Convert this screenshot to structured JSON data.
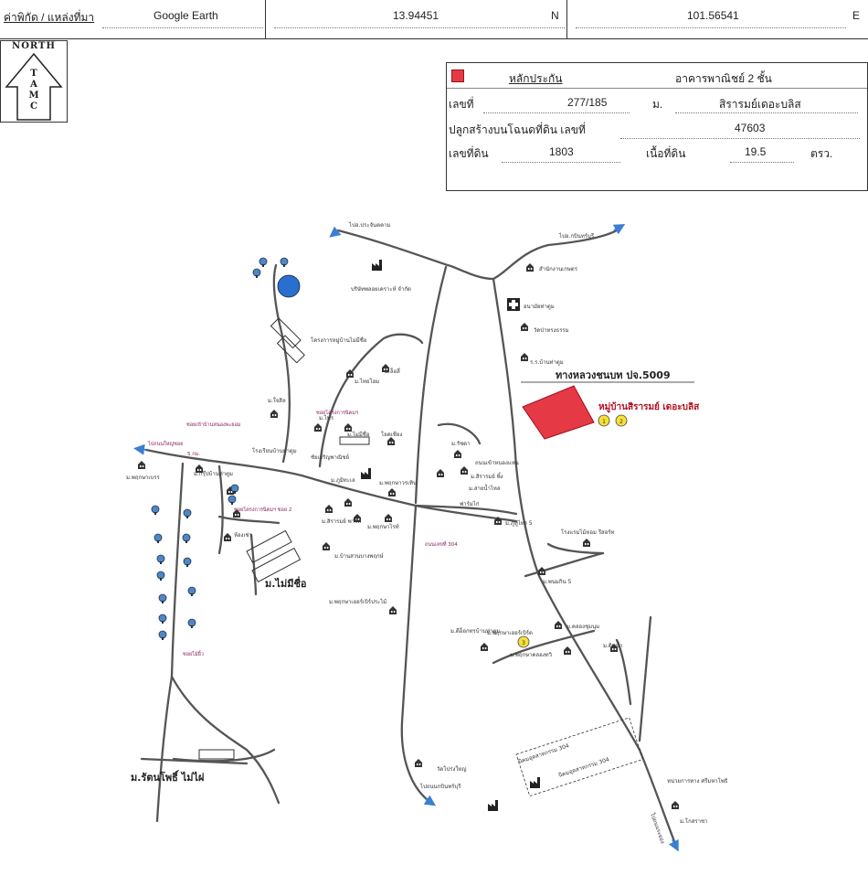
{
  "header": {
    "coord_label": "ค่าพิกัด / แหล่งที่มา",
    "source": "Google Earth",
    "lat": "13.94451",
    "lat_dir": "N",
    "lon": "101.56541",
    "lon_dir": "E"
  },
  "north_arrow": {
    "title": "NORTH",
    "letters": [
      "T",
      "A",
      "M",
      "C"
    ]
  },
  "collateral": {
    "legend_label": "หลักประกัน",
    "building_type": "อาคารพาณิชย์ 2 ชั้น",
    "house_no_label": "เลขที่",
    "house_no": "277/185",
    "moo_label": "ม.",
    "village": "สิรารมย์เดอะบลิส",
    "deed_label": "ปลูกสร้างบนโฉนดที่ดิน เลขที่",
    "deed_no": "47603",
    "land_no_label": "เลขที่ดิน",
    "land_no": "1803",
    "area_label": "เนื้อที่ดิน",
    "area": "19.5",
    "area_unit": "ตรว.",
    "swatch_color": "#e53946"
  },
  "map": {
    "highway": "ทางหลวงชนบท ปจ.5009",
    "target": "หมู่บ้านสิรารมย์ เดอะบลิส",
    "target_color": "#e53946",
    "badges": [
      "1",
      "2",
      "3"
    ],
    "labels": {
      "to_prachinburi": "ไปอ.ประจันตคาม",
      "to_kabinburi": "ไปอ.กบินทร์บุรี",
      "factory_top": "บริษัทพลอยเคราะห์ จำกัด",
      "dormitory": "โครงการหมู่บ้านไม่มีชื่อ",
      "agricultural": "สำนักงานเกษตร",
      "health_center": "อนามัยท่าตูม",
      "temple_main": "วัดป่าทรงธรรม",
      "school": "ร.ร.บ้านท่าตูม",
      "moo_keelee": "ม.ล็อลี่",
      "moo_thaihome": "ม.ไทยโฮม",
      "moo_saisil": "ม.ใจสิล",
      "soi_nimit": "ซอยโครงการนิคมฯ",
      "moo_soi_b": "ม.ไพร",
      "moo_nochai": "ม.ไม่มีชื่อ",
      "yodsaeng": "โยคเชียง",
      "soi_to_phayam": "ซอยเข้าบ้านหนองพะยอม",
      "to_nong_khla": "ไปถนนใหญ่ซอย",
      "road_5km": "5 กม.",
      "moo_phruksa_a": "ม.พฤกษาเบรร",
      "pump_school": "โรงเรียนบ้านท่าตูม",
      "chai_tu": "ชัยเจริญพาณิชย์",
      "moo_rachan": "ม.รัชดา",
      "canal": "ถนนเข้าหนองแหน",
      "moo_sirarom_pink": "ม.สิรารมย์ พิ้ง",
      "moo_lakhon": "ม.สายน้ำไหล",
      "farm": "ฟาร์มไก่",
      "moo_kraibrinth": "ม.กรุ๊ปบ้านท่าตูม",
      "moo_phruksa_b": "ม.พฤกษาวรเทิน",
      "moo_phum": "ม.ภูมิทะเล",
      "soi_2": "ซอยโครงการนิคมฯ ซอย 2",
      "moo_cm": "ห้องเช่า",
      "moo_sirarom_park": "ม.สิรารมย์ พาร์ค",
      "moo_phruksa_c": "ม.พฤกษาไรท์",
      "moo_dhabinburi": "ม.บ้านสวนบางพฤกษ์",
      "moo_phutthai": "ม.ภูทูไทร 5",
      "resort": "โรงแรมไม้หอม รีสอร์ท",
      "soi_304": "ถนนเลขที่ 304",
      "moo_nopsin": "ม.พนมกิน 5",
      "moo_nomsee": "ม.ไม่มีชื่อ",
      "moo_phruksa_d": "ม.พฤกษาเฮอร์เบิร์ประไม้",
      "moo_khong": "ม.คลองชุมนุม",
      "moo_tha_tum": "ม.ดีอ็อกทรบ้านท่าตูม",
      "moo_phruksa_e": "ม.พฤกษาเฮอร์เบิร์ต",
      "moo_khok": "ม.ดินน้ำ",
      "moo_phruksa_f": "ม.พฤกษาคลองทวิ",
      "soi_mai": "ซอยไม้ยิ้ว",
      "temple_prayai": "วัดโปร่งใหญ่",
      "to_korat": "ไปถนนกบินทร์บุรี",
      "estate_304": "นิคมอุตสาหกรรม 304",
      "estate_304b": "นิคมอุตสาหกรรม 304",
      "police": "หน่วยการทาง ศรีมหาโพธิ",
      "moo_kosaraj": "ม.โกสราชา",
      "to_south": "ไปถนนระยอง",
      "bottom_left": "ม.รัตนโพธิ์ ไม่ไผ่"
    }
  }
}
